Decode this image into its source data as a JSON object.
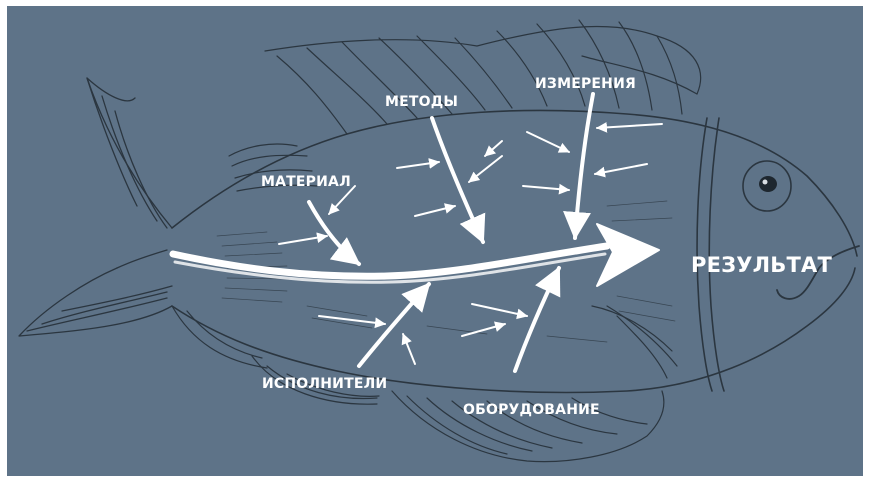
{
  "diagram": {
    "background_color": "#5e7388",
    "sketch_color": "#2b3640",
    "chalk_color": "#ffffff",
    "result_label": "РЕЗУЛЬТАТ",
    "categories": {
      "materials": "МАТЕРИАЛ",
      "methods": "МЕТОДЫ",
      "measurements": "ИЗМЕРЕНИЯ",
      "operators": "ИСПОЛНИТЕЛИ",
      "equipment": "ОБОРУДОВАНИЕ"
    }
  }
}
